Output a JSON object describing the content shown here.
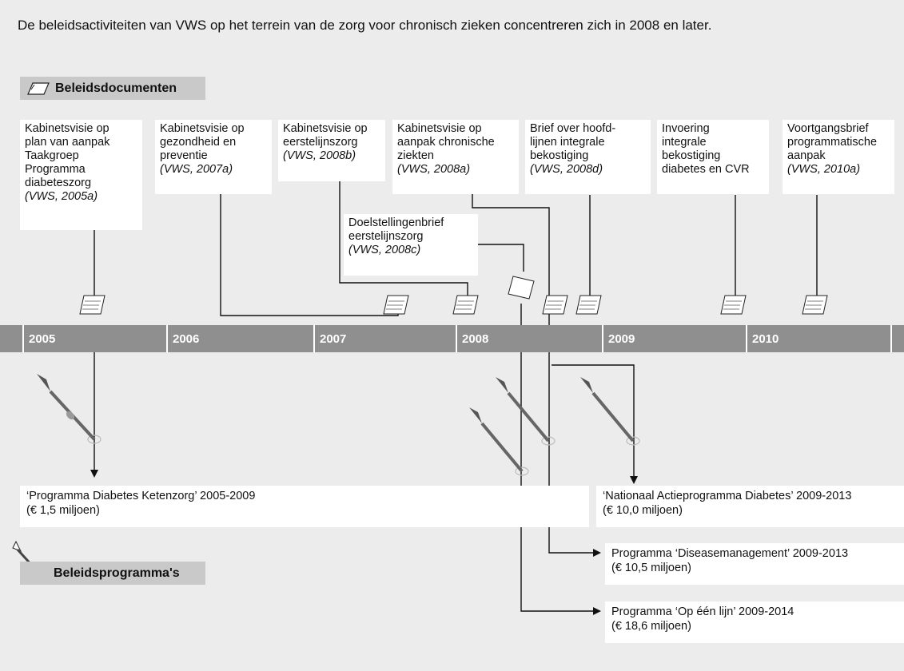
{
  "title": "De beleidsactiviteiten van VWS op het terrein van de zorg voor chronisch zieken concentreren zich in 2008 en later.",
  "sections": {
    "documents_label": "Beleidsdocumenten",
    "programs_label": "Beleidsprogramma's"
  },
  "documents": [
    {
      "lines": [
        "Kabinetsvisie op",
        "plan van aanpak",
        "Taakgroep",
        "Programma",
        "diabeteszorg"
      ],
      "ref": "(VWS, 2005a)"
    },
    {
      "lines": [
        "Kabinetsvisie op",
        "gezondheid en",
        "preventie"
      ],
      "ref": "(VWS, 2007a)"
    },
    {
      "lines": [
        "Kabinetsvisie op",
        "eerstelijnszorg"
      ],
      "ref": "(VWS, 2008b)"
    },
    {
      "lines": [
        "Kabinetsvisie op",
        "aanpak chronische",
        "ziekten"
      ],
      "ref": "(VWS, 2008a)"
    },
    {
      "lines": [
        "Brief over hoofd-",
        "lijnen integrale",
        "bekostiging"
      ],
      "ref": "(VWS, 2008d)"
    },
    {
      "lines": [
        "Invoering",
        "integrale",
        "bekostiging",
        "diabetes en CVR"
      ],
      "ref": ""
    },
    {
      "lines": [
        "Voortgangsbrief",
        "programmatische",
        "aanpak"
      ],
      "ref": "(VWS, 2010a)"
    },
    {
      "lines": [
        "Doelstellingenbrief",
        "eerstelijnszorg"
      ],
      "ref": "(VWS, 2008c)"
    }
  ],
  "years": [
    "2005",
    "2006",
    "2007",
    "2008",
    "2009",
    "2010"
  ],
  "programs": [
    {
      "line1": "‘Programma Diabetes Ketenzorg’ 2005-2009",
      "line2": "(€ 1,5 miljoen)"
    },
    {
      "line1": "‘Nationaal Actieprogramma Diabetes’ 2009-2013",
      "line2": "(€ 10,0 miljoen)"
    },
    {
      "line1": "Programma ‘Diseasemanagement’ 2009-2013",
      "line2": "(€ 10,5 miljoen)"
    },
    {
      "line1": "Programma ‘Op één lijn’ 2009-2014",
      "line2": "(€ 18,6 miljoen)"
    }
  ],
  "colors": {
    "background": "#ececec",
    "timeline": "#8f8f8f",
    "label_bg": "#c9c9c9",
    "line": "#111111"
  }
}
